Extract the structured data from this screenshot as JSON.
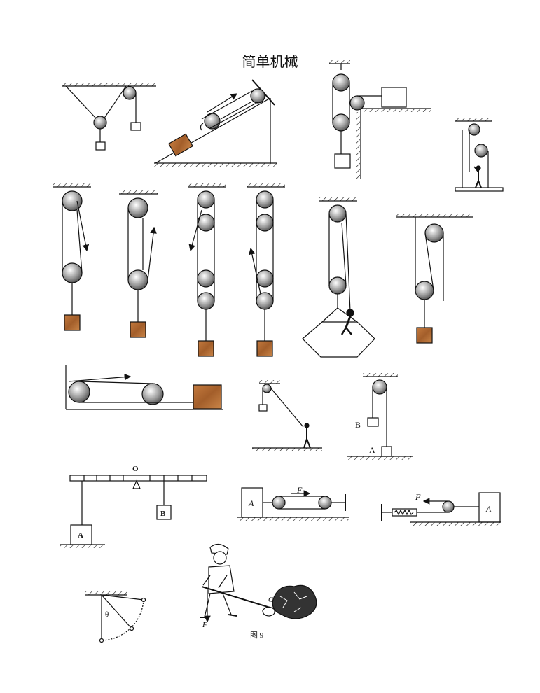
{
  "title": "简单机械",
  "labels": {
    "lever_o": "O",
    "block_a": "A",
    "block_b": "B",
    "pulley_b": "B",
    "pulley_a": "A",
    "spring_f": "F",
    "spring_a": "A",
    "wall_f": "F",
    "wall_a": "A",
    "pendulum_theta": "θ",
    "crowbar_o": "O",
    "crowbar_f": "F",
    "figure_caption": "图 9"
  },
  "colors": {
    "ink": "#111111",
    "wood": "#b06a34",
    "wood_dark": "#7a4219"
  }
}
